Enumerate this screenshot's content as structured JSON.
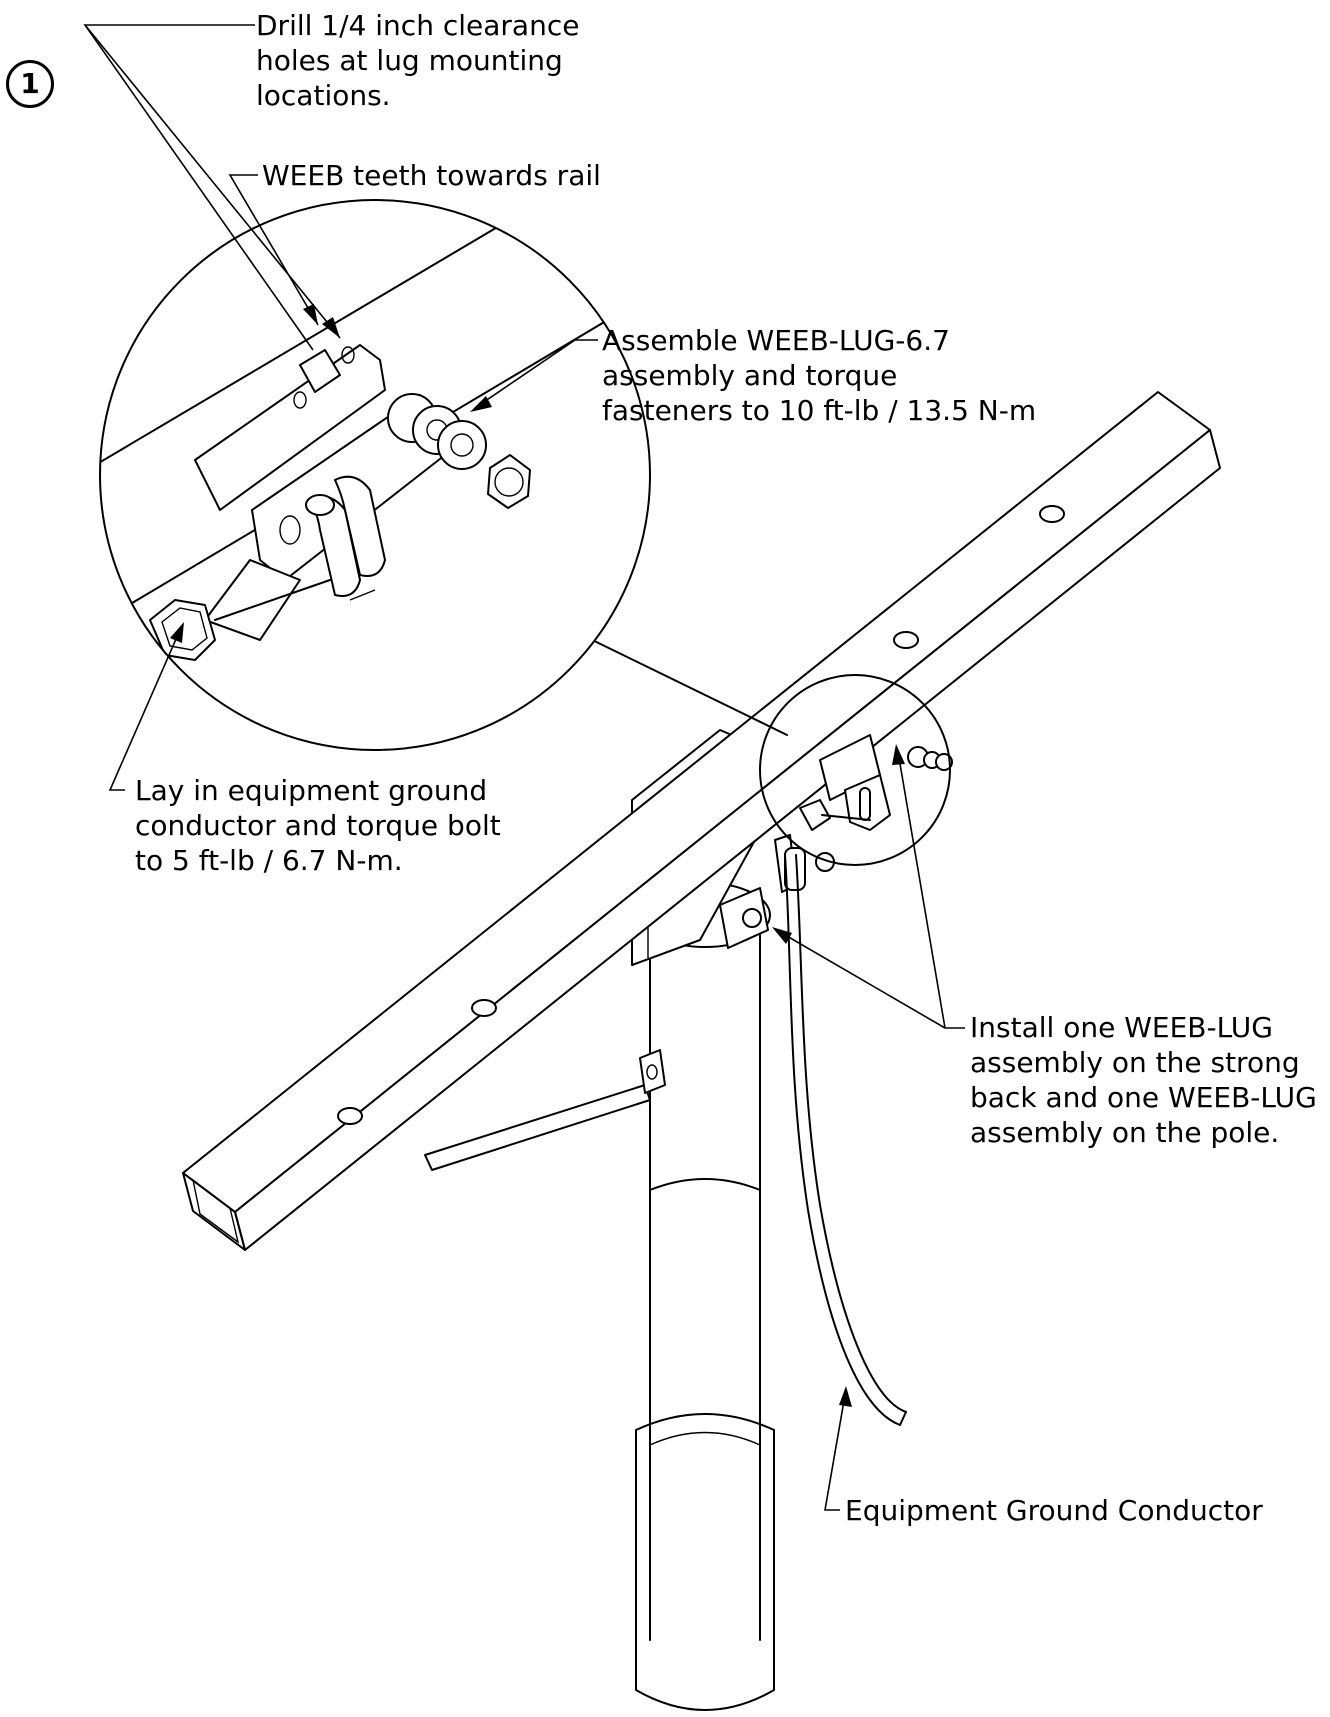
{
  "step_number": "1",
  "callouts": {
    "drill": "Drill 1/4 inch clearance\nholes at lug mounting\nlocations.",
    "weeb_teeth": "WEEB teeth towards rail",
    "assemble": "Assemble WEEB-LUG-6.7\nassembly and torque\nfasteners to 10 ft-lb / 13.5 N-m",
    "lay_in": "Lay in equipment ground\nconductor and torque bolt\nto 5 ft-lb / 6.7 N-m.",
    "install": "Install one WEEB-LUG\nassembly on the strong\nback and one WEEB-LUG\nassembly on the pole.",
    "conductor": "Equipment Ground Conductor"
  }
}
